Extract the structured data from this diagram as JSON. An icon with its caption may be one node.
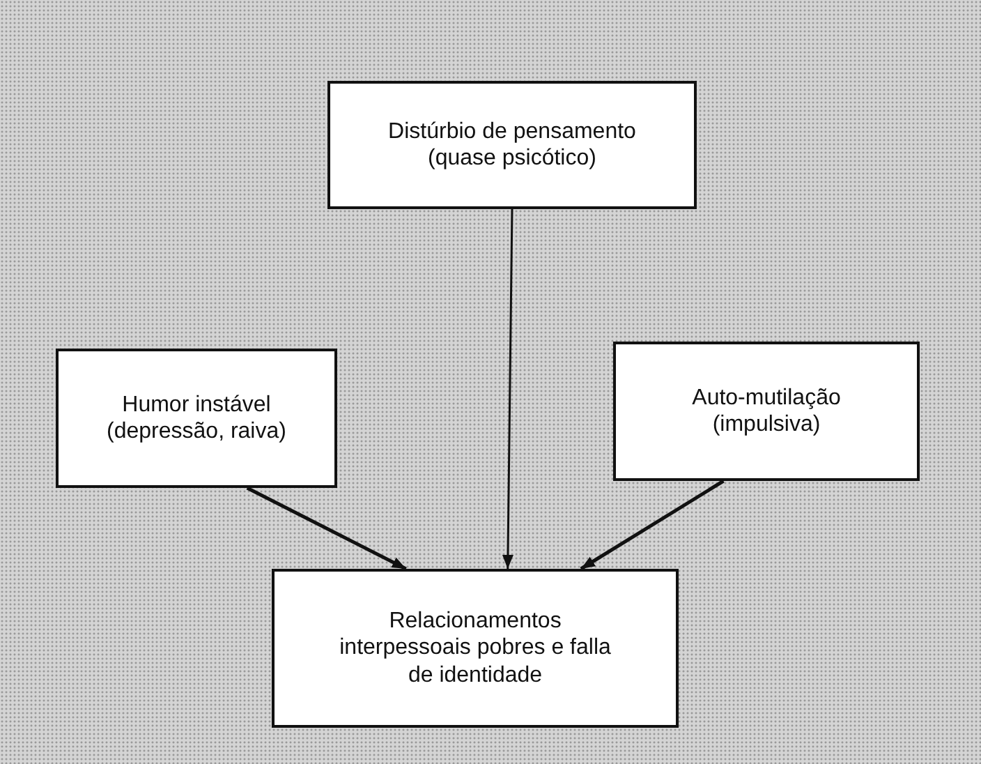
{
  "diagram": {
    "nodes": [
      {
        "text": [
          "Distúrbio de pensamento",
          "(quase psicótico)"
        ]
      },
      {
        "text": [
          "Humor instável",
          "(depressão, raiva)"
        ]
      },
      {
        "text": [
          "Auto-mutilação",
          "(impulsiva)"
        ]
      },
      {
        "text": [
          "Relacionamentos interpessoais pobres e falla de identidade"
        ]
      }
    ],
    "edges": [
      {
        "from": 0,
        "to": 3,
        "arrow": "to"
      },
      {
        "from": 1,
        "to": 3,
        "arrow": "to"
      },
      {
        "from": 2,
        "to": 3,
        "arrow": "to"
      }
    ]
  }
}
